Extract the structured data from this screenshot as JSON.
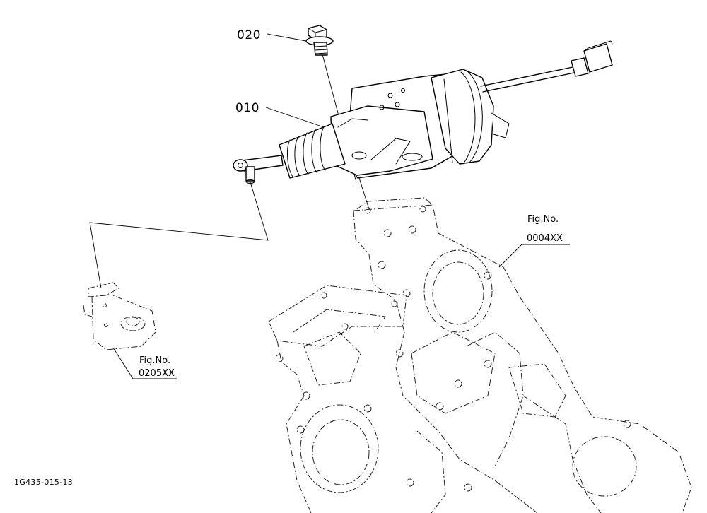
{
  "callouts": {
    "part_020": "020",
    "part_010": "010",
    "fig_ref_right_title": "Fig.No.",
    "fig_ref_right_code": "0004XX",
    "fig_ref_left_title": "Fig.No.",
    "fig_ref_left_code": "0205XX"
  },
  "drawing_number": "1G435-015-13"
}
